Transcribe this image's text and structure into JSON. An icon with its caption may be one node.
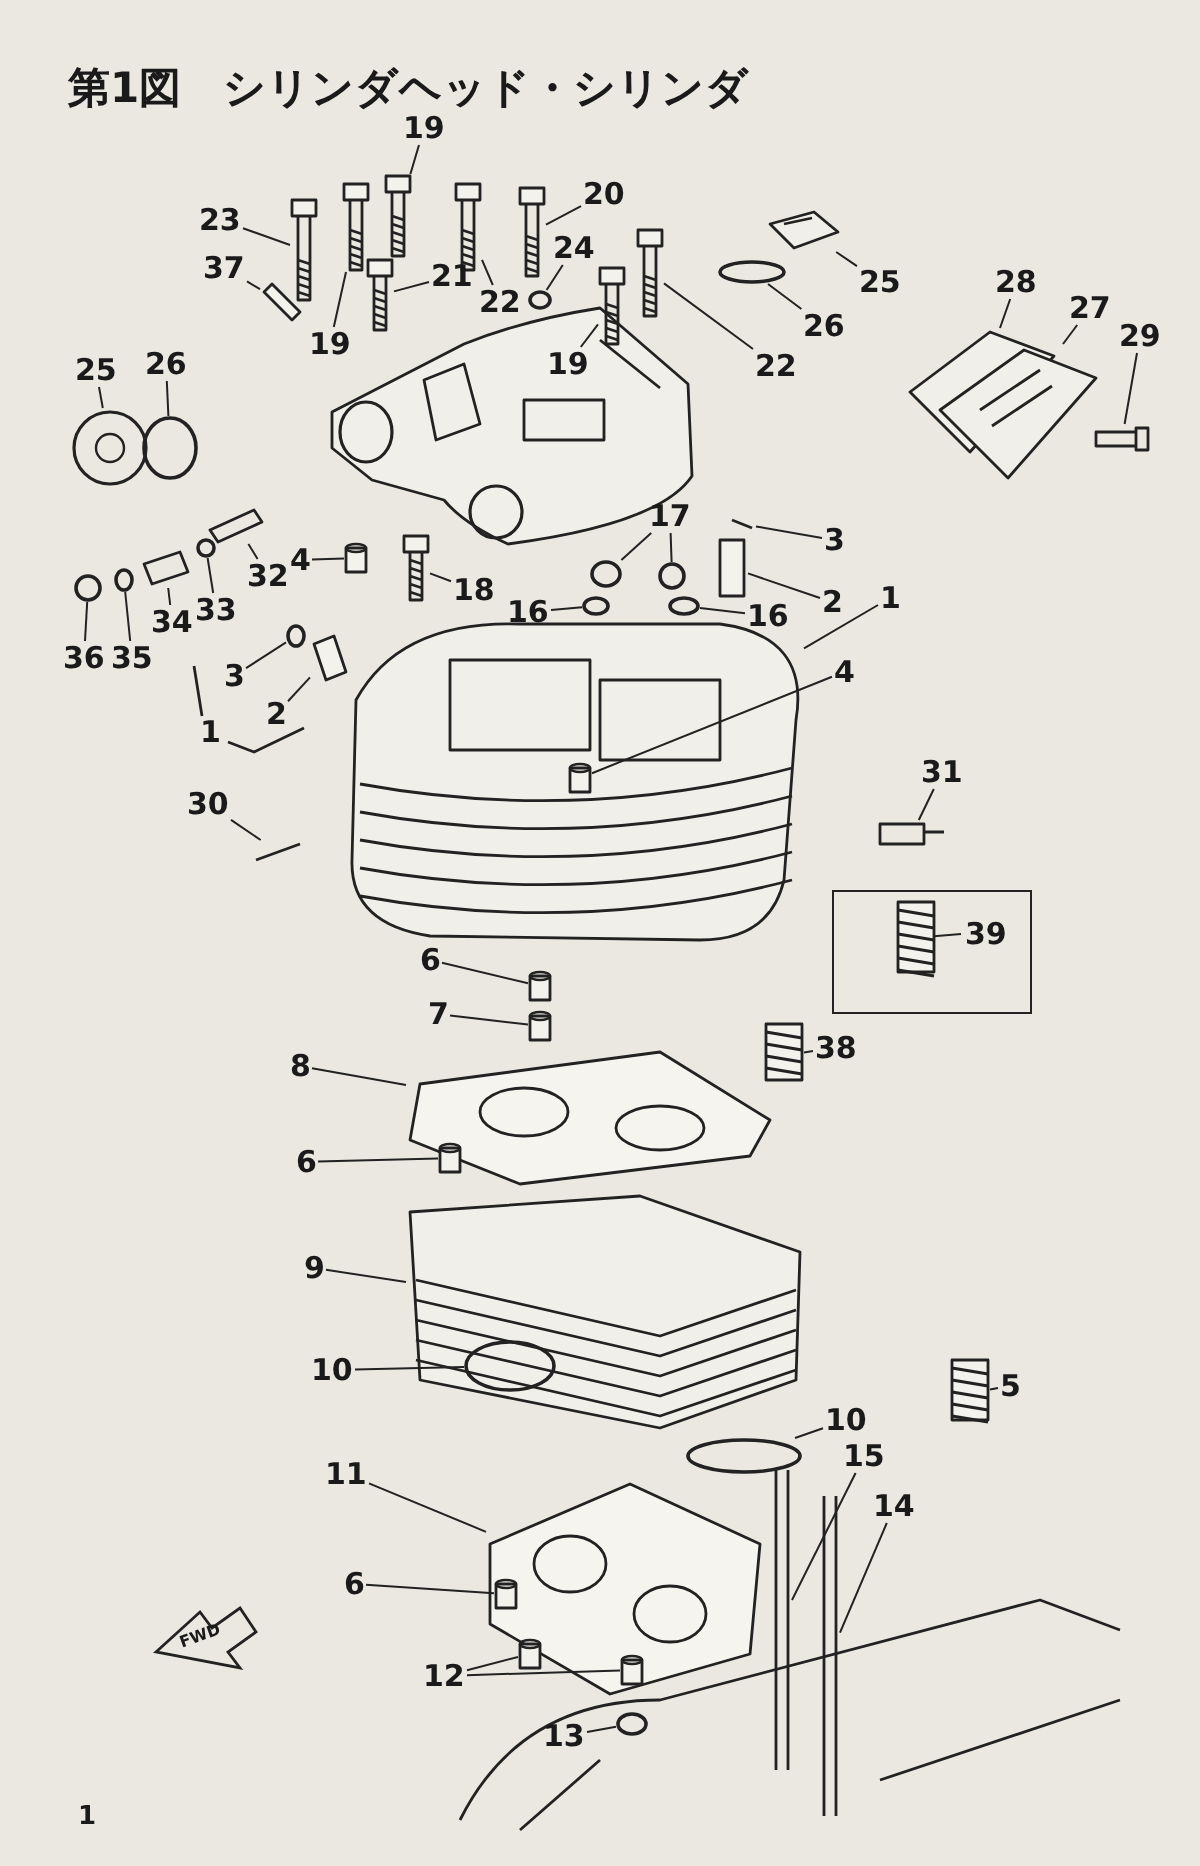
{
  "diagram": {
    "title": "第1図　シリンダヘッド・シリンダ",
    "nodes": [
      {
        "text": [
          "23"
        ]
      },
      {
        "text": [
          "20"
        ]
      },
      {
        "text": [
          "19"
        ]
      },
      {
        "text": [
          "22"
        ]
      },
      {
        "text": [
          "19"
        ]
      },
      {
        "text": [
          "24"
        ]
      },
      {
        "text": [
          "21"
        ]
      },
      {
        "text": [
          "25"
        ]
      },
      {
        "text": [
          "37"
        ]
      },
      {
        "text": [
          "19"
        ]
      },
      {
        "text": [
          "22"
        ]
      },
      {
        "text": [
          "26"
        ]
      },
      {
        "text": [
          "28"
        ]
      },
      {
        "text": [
          "27"
        ]
      },
      {
        "text": [
          "29"
        ]
      },
      {
        "text": [
          "25"
        ]
      },
      {
        "text": [
          "26"
        ]
      },
      {
        "text": [
          "17"
        ]
      },
      {
        "text": [
          "3"
        ]
      },
      {
        "text": [
          "2"
        ]
      },
      {
        "text": [
          "1"
        ]
      },
      {
        "text": [
          "4"
        ]
      },
      {
        "text": [
          "18"
        ]
      },
      {
        "text": [
          "16"
        ]
      },
      {
        "text": [
          "16"
        ]
      },
      {
        "text": [
          "32"
        ]
      },
      {
        "text": [
          "33"
        ]
      },
      {
        "text": [
          "34"
        ]
      },
      {
        "text": [
          "35"
        ]
      },
      {
        "text": [
          "36"
        ]
      },
      {
        "text": [
          "3"
        ]
      },
      {
        "text": [
          "2"
        ]
      },
      {
        "text": [
          "1"
        ]
      },
      {
        "text": [
          "4"
        ]
      },
      {
        "text": [
          "31"
        ]
      },
      {
        "text": [
          "30"
        ]
      },
      {
        "text": [],
        "shape": "box"
      },
      {
        "text": [
          "39"
        ],
        "in": 36
      },
      {
        "text": [
          "6"
        ]
      },
      {
        "text": [
          "7"
        ]
      },
      {
        "text": [
          "38"
        ]
      },
      {
        "text": [
          "8"
        ]
      },
      {
        "text": [
          "6"
        ]
      },
      {
        "text": [
          "9"
        ]
      },
      {
        "text": [
          "10"
        ]
      },
      {
        "text": [
          "5"
        ]
      },
      {
        "text": [
          "10"
        ]
      },
      {
        "text": [
          "15"
        ]
      },
      {
        "text": [
          "11"
        ]
      },
      {
        "text": [
          "14"
        ]
      },
      {
        "text": [
          "6"
        ]
      },
      {
        "text": [
          "12"
        ]
      },
      {
        "text": [
          "13"
        ]
      },
      {
        "text": [],
        "shape": "picture"
      },
      {
        "text": [],
        "shape": "picture"
      },
      {
        "text": [],
        "shape": "picture"
      },
      {
        "text": [],
        "shape": "picture"
      },
      {
        "text": [],
        "shape": "picture"
      },
      {
        "text": [],
        "shape": "circle"
      },
      {
        "text": [],
        "shape": "picture"
      },
      {
        "text": [],
        "shape": "picture"
      },
      {
        "text": [],
        "shape": "picture"
      },
      {
        "text": [],
        "shape": "picture"
      },
      {
        "text": [],
        "shape": "picture"
      },
      {
        "text": [],
        "shape": "circle"
      },
      {
        "text": [],
        "shape": "picture"
      },
      {
        "text": [],
        "shape": "picture"
      },
      {
        "text": [],
        "shape": "picture"
      },
      {
        "text": [],
        "shape": "picture"
      },
      {
        "text": [],
        "shape": "circle"
      },
      {
        "text": [],
        "shape": "circle"
      },
      {
        "text": [],
        "shape": "circle"
      },
      {
        "text": [],
        "shape": "picture"
      },
      {
        "text": [],
        "shape": "box"
      },
      {
        "text": [],
        "shape": "picture"
      },
      {
        "text": [],
        "shape": "cylinder"
      },
      {
        "text": [],
        "shape": "picture"
      },
      {
        "text": [],
        "shape": "circle"
      },
      {
        "text": [],
        "shape": "circle"
      },
      {
        "text": [],
        "shape": "picture"
      },
      {
        "text": [],
        "shape": "circle"
      },
      {
        "text": [],
        "shape": "picture"
      },
      {
        "text": [],
        "shape": "circle"
      },
      {
        "text": [],
        "shape": "circle"
      },
      {
        "text": [],
        "shape": "circle"
      },
      {
        "text": [],
        "shape": "picture"
      },
      {
        "text": [],
        "shape": "cylinder",
        "in": 74
      },
      {
        "text": [],
        "shape": "picture"
      },
      {
        "text": [],
        "shape": "picture"
      },
      {
        "text": [],
        "shape": "picture",
        "in": 36
      },
      {
        "text": [],
        "shape": "cylinder"
      },
      {
        "text": [],
        "shape": "cylinder"
      },
      {
        "text": [],
        "shape": "picture"
      },
      {
        "text": [],
        "shape": "picture"
      },
      {
        "text": [],
        "shape": "cylinder",
        "in": 93
      },
      {
        "text": [],
        "shape": "picture"
      },
      {
        "text": [],
        "shape": "circle",
        "in": 95
      },
      {
        "text": [],
        "shape": "picture"
      },
      {
        "text": [],
        "shape": "circle"
      },
      {
        "text": [],
        "shape": "picture"
      },
      {
        "text": [],
        "shape": "picture"
      },
      {
        "text": [],
        "shape": "picture"
      },
      {
        "text": [],
        "shape": "cylinder",
        "in": 100
      },
      {
        "text": [],
        "shape": "cylinder",
        "in": 100
      },
      {
        "text": [],
        "shape": "cylinder",
        "in": 100
      },
      {
        "text": [],
        "shape": "circle"
      }
    ],
    "edges": [
      {
        "from": 0,
        "to": 53,
        "arrow": "none"
      },
      {
        "from": 1,
        "to": 54,
        "arrow": "none"
      },
      {
        "from": 2,
        "to": 55,
        "arrow": "none"
      },
      {
        "from": 3,
        "to": 56,
        "arrow": "none"
      },
      {
        "from": 4,
        "to": 57,
        "arrow": "none"
      },
      {
        "from": 5,
        "to": 58,
        "arrow": "none"
      },
      {
        "from": 6,
        "to": 59,
        "arrow": "none"
      },
      {
        "from": 7,
        "to": 60,
        "arrow": "none"
      },
      {
        "from": 8,
        "to": 61,
        "arrow": "none"
      },
      {
        "from": 9,
        "to": 62,
        "arrow": "none"
      },
      {
        "from": 10,
        "to": 63,
        "arrow": "none"
      },
      {
        "from": 11,
        "to": 64,
        "arrow": "none"
      },
      {
        "from": 12,
        "to": 65,
        "arrow": "none"
      },
      {
        "from": 13,
        "to": 66,
        "arrow": "none"
      },
      {
        "from": 14,
        "to": 67,
        "arrow": "none"
      },
      {
        "from": 15,
        "to": 68,
        "arrow": "none"
      },
      {
        "from": 16,
        "to": 69,
        "arrow": "none"
      },
      {
        "from": 17,
        "to": 70,
        "arrow": "none"
      },
      {
        "from": 17,
        "to": 71,
        "arrow": "none"
      },
      {
        "from": 18,
        "to": 72,
        "arrow": "none"
      },
      {
        "from": 19,
        "to": 73,
        "arrow": "none"
      },
      {
        "from": 20,
        "to": 74,
        "arrow": "none"
      },
      {
        "from": 21,
        "to": 75,
        "arrow": "none"
      },
      {
        "from": 22,
        "to": 76,
        "arrow": "none"
      },
      {
        "from": 23,
        "to": 77,
        "arrow": "none"
      },
      {
        "from": 24,
        "to": 78,
        "arrow": "none"
      },
      {
        "from": 25,
        "to": 79,
        "arrow": "none"
      },
      {
        "from": 26,
        "to": 80,
        "arrow": "none"
      },
      {
        "from": 27,
        "to": 81,
        "arrow": "none"
      },
      {
        "from": 28,
        "to": 82,
        "arrow": "none"
      },
      {
        "from": 29,
        "to": 83,
        "arrow": "none"
      },
      {
        "from": 30,
        "to": 84,
        "arrow": "none"
      },
      {
        "from": 31,
        "to": 85,
        "arrow": "none"
      },
      {
        "from": 33,
        "to": 86,
        "arrow": "none"
      },
      {
        "from": 34,
        "to": 87,
        "arrow": "none"
      },
      {
        "from": 35,
        "to": 88,
        "arrow": "none"
      },
      {
        "from": 37,
        "to": 89,
        "arrow": "none"
      },
      {
        "from": 38,
        "to": 90,
        "arrow": "none"
      },
      {
        "from": 39,
        "to": 91,
        "arrow": "none"
      },
      {
        "from": 40,
        "to": 92,
        "arrow": "none"
      },
      {
        "from": 41,
        "to": 93,
        "arrow": "none"
      },
      {
        "from": 42,
        "to": 94,
        "arrow": "none"
      },
      {
        "from": 43,
        "to": 95,
        "arrow": "none"
      },
      {
        "from": 44,
        "to": 96,
        "arrow": "none"
      },
      {
        "from": 45,
        "to": 97,
        "arrow": "none"
      },
      {
        "from": 46,
        "to": 98,
        "arrow": "none"
      },
      {
        "from": 47,
        "to": 99,
        "arrow": "none"
      },
      {
        "from": 48,
        "to": 100,
        "arrow": "none"
      },
      {
        "from": 49,
        "to": 101,
        "arrow": "none"
      },
      {
        "from": 50,
        "to": 102,
        "arrow": "none"
      },
      {
        "from": 51,
        "to": 103,
        "arrow": "none"
      },
      {
        "from": 51,
        "to": 104,
        "arrow": "none"
      },
      {
        "from": 52,
        "to": 105,
        "arrow": "none"
      }
    ],
    "labels": [
      "FWD",
      "1"
    ]
  }
}
